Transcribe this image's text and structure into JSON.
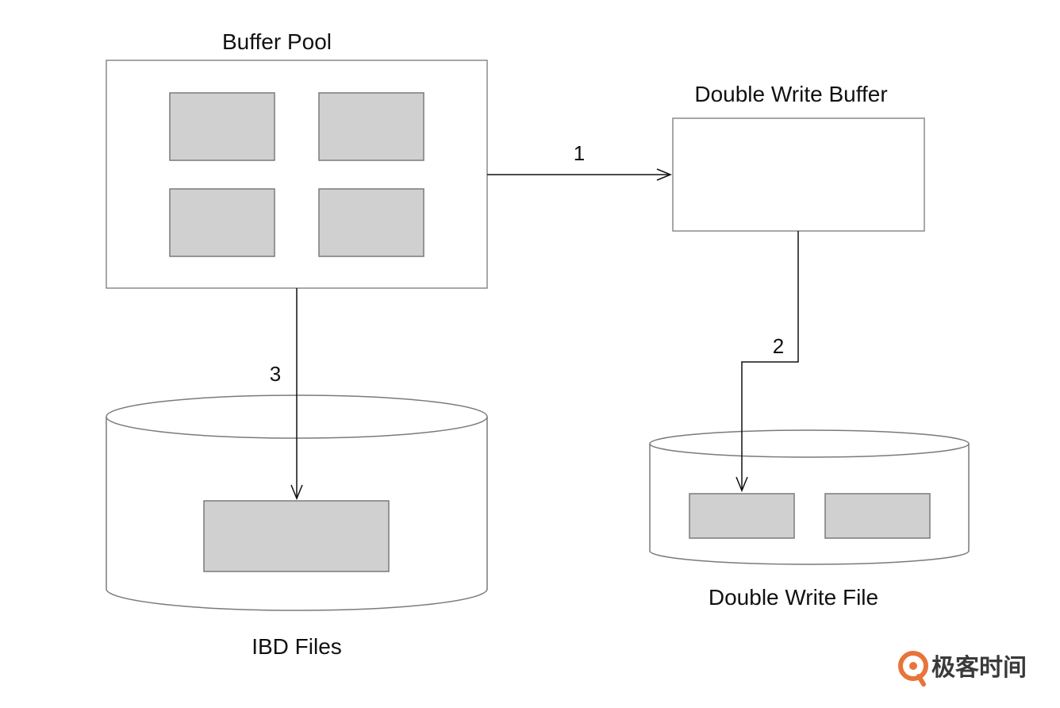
{
  "labels": {
    "buffer_pool": "Buffer Pool",
    "double_write_buffer": "Double Write Buffer",
    "ibd_files": "IBD Files",
    "double_write_file": "Double Write File"
  },
  "steps": {
    "one": "1",
    "two": "2",
    "three": "3"
  },
  "brand": {
    "name": "极客时间",
    "icon": "geektime-logo-icon",
    "color": "#e8743b"
  },
  "colors": {
    "page_fill": "#d0d0d0",
    "border": "#8a8a8a",
    "line": "#111111"
  }
}
